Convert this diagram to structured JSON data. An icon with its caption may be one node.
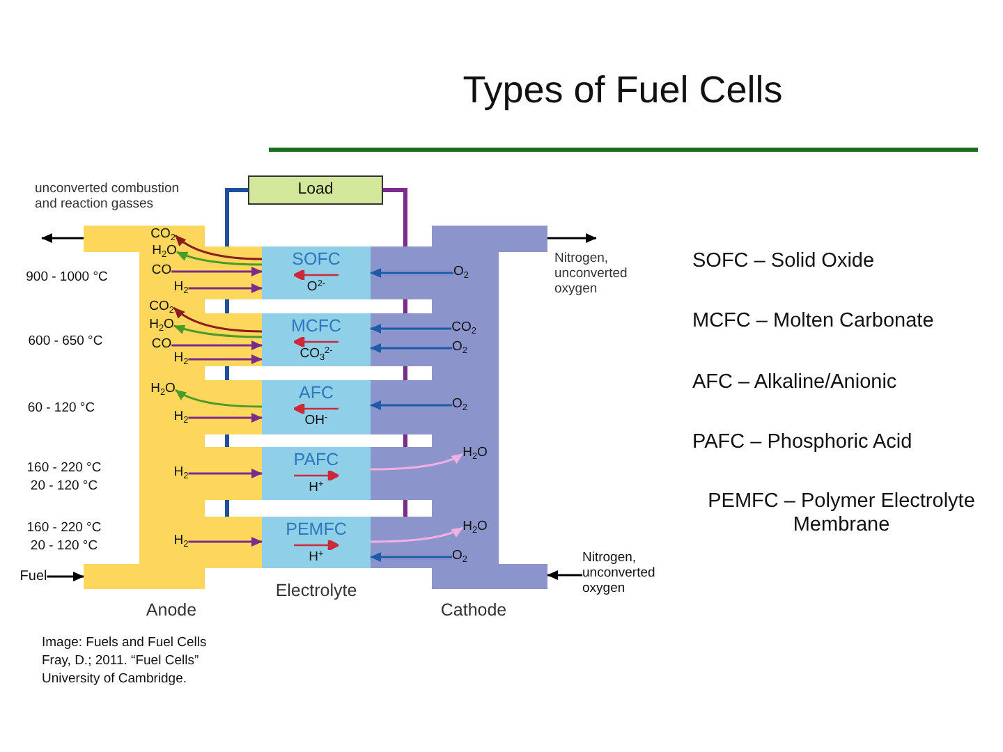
{
  "diagram": {
    "title": "Types of Fuel Cells",
    "nodes": [
      {
        "text": [
          "Load"
        ]
      },
      {
        "text": [
          "Anode"
        ]
      },
      {
        "text": [
          "Cathode"
        ]
      },
      {
        "text": [
          "SOFC",
          "O$^{2-}$"
        ]
      },
      {
        "text": [
          "MCFC",
          "CO$_{3}$$^{2-}$"
        ]
      },
      {
        "text": [
          "AFC",
          "OH$^{-}$"
        ]
      },
      {
        "text": [
          "PAFC",
          "H$^{+}$"
        ]
      },
      {
        "text": [
          "PEMFC",
          "H$^{+}$"
        ]
      },
      {
        "text": [
          "Fuel"
        ]
      },
      {
        "text": [
          "Nitrogen, unconverted oxygen"
        ]
      },
      {
        "text": [
          "CO$_{2}$"
        ],
        "in": 1
      },
      {
        "text": [
          "H$_{2}$O"
        ],
        "in": 1
      },
      {
        "text": [
          "CO"
        ],
        "in": 1
      },
      {
        "text": [
          "H$_{2}$"
        ],
        "in": 1
      },
      {
        "text": [
          "CO$_{2}$"
        ],
        "in": 1
      },
      {
        "text": [
          "H$_{2}$O"
        ],
        "in": 1
      },
      {
        "text": [
          "CO"
        ],
        "in": 1
      },
      {
        "text": [
          "H$_{2}$"
        ],
        "in": 1
      },
      {
        "text": [
          "H$_{2}$O"
        ],
        "in": 1
      },
      {
        "text": [
          "H$_{2}$"
        ],
        "in": 1
      },
      {
        "text": [
          "H$_{2}$"
        ],
        "in": 1
      },
      {
        "text": [
          "H$_{2}$"
        ],
        "in": 1
      },
      {
        "text": [
          "O$_{2}$"
        ],
        "in": 2
      },
      {
        "text": [
          "CO$_{2}$"
        ],
        "in": 2
      },
      {
        "text": [
          "O$_{2}$"
        ],
        "in": 2
      },
      {
        "text": [
          "O$_{2}$"
        ],
        "in": 2
      },
      {
        "text": [
          "H$_{2}$O"
        ],
        "in": 2
      },
      {
        "text": [
          "H$_{2}$O"
        ],
        "in": 2
      },
      {
        "text": [
          "O$_{2}$"
        ],
        "in": 2
      },
      {
        "text": [],
        "shape": "arrow",
        "in": 3
      },
      {
        "text": [],
        "shape": "arrow",
        "in": 4
      },
      {
        "text": [],
        "shape": "arrow",
        "in": 5
      },
      {
        "text": [],
        "shape": "arrow",
        "in": 6
      },
      {
        "text": [],
        "shape": "arrow",
        "in": 7
      }
    ],
    "edges": [
      {
        "from": 0,
        "to": 1,
        "arrow": "none",
        "style": "thick",
        "color": "#1f4e9c"
      },
      {
        "from": 0,
        "to": 2,
        "arrow": "none",
        "style": "thick"
      },
      {
        "from": 1,
        "to": null,
        "arrow": "to",
        "label": "unconverted combustion and reaction gasses",
        "color": "#000000"
      },
      {
        "from": 2,
        "to": null,
        "arrow": "to",
        "label": "Nitrogen, unconverted oxygen",
        "color": "#000000"
      },
      {
        "from": 8,
        "to": 1,
        "arrow": "to",
        "color": "#000000"
      },
      {
        "from": 9,
        "to": 2,
        "arrow": "to",
        "color": "#000000"
      },
      {
        "from": 3,
        "to": 10,
        "arrow": "to",
        "color": "#8c1d1d"
      },
      {
        "from": 3,
        "to": 11,
        "arrow": "to",
        "color": "#4c9a2a"
      },
      {
        "from": 12,
        "to": 3,
        "arrow": "to"
      },
      {
        "from": 13,
        "to": 3,
        "arrow": "to"
      },
      {
        "from": 4,
        "to": 14,
        "arrow": "to",
        "color": "#8c1d1d"
      },
      {
        "from": 4,
        "to": 15,
        "arrow": "to",
        "color": "#4c9a2a"
      },
      {
        "from": 16,
        "to": 4,
        "arrow": "to"
      },
      {
        "from": 17,
        "to": 4,
        "arrow": "to"
      },
      {
        "from": 5,
        "to": 18,
        "arrow": "to",
        "color": "#4c9a2a"
      },
      {
        "from": 19,
        "to": 5,
        "arrow": "to"
      },
      {
        "from": 20,
        "to": 6,
        "arrow": "to"
      },
      {
        "from": 21,
        "to": 7,
        "arrow": "to"
      },
      {
        "from": 22,
        "to": 3,
        "arrow": "to",
        "color": "#1d5ba8"
      },
      {
        "from": 23,
        "to": 4,
        "arrow": "to",
        "color": "#1d5ba8"
      },
      {
        "from": 24,
        "to": 4,
        "arrow": "to",
        "color": "#1d5ba8"
      },
      {
        "from": 25,
        "to": 5,
        "arrow": "to",
        "color": "#1d5ba8"
      },
      {
        "from": 6,
        "to": 26,
        "arrow": "to",
        "color": "#f0b0e2"
      },
      {
        "from": 7,
        "to": 27,
        "arrow": "to",
        "color": "#f0b0e2"
      },
      {
        "from": 28,
        "to": 7,
        "arrow": "to",
        "color": "#1d5ba8"
      }
    ],
    "labels": [
      "900 - 1000 °C",
      "600 - 650 °C",
      "60 - 120 °C",
      "160 - 220 °C",
      "20 - 120 °C",
      "160 - 220 °C",
      "20 - 120 °C",
      "Electrolyte",
      "SOFC – Solid Oxide",
      "MCFC – Molten Carbonate",
      "AFC – Alkaline/Anionic",
      "PAFC – Phosphoric Acid",
      "PEMFC – Polymer Electrolyte Membrane",
      "Image: Fuels and Fuel Cells",
      "Fray, D.; 2011. “Fuel Cells”",
      "University of Cambridge."
    ]
  }
}
